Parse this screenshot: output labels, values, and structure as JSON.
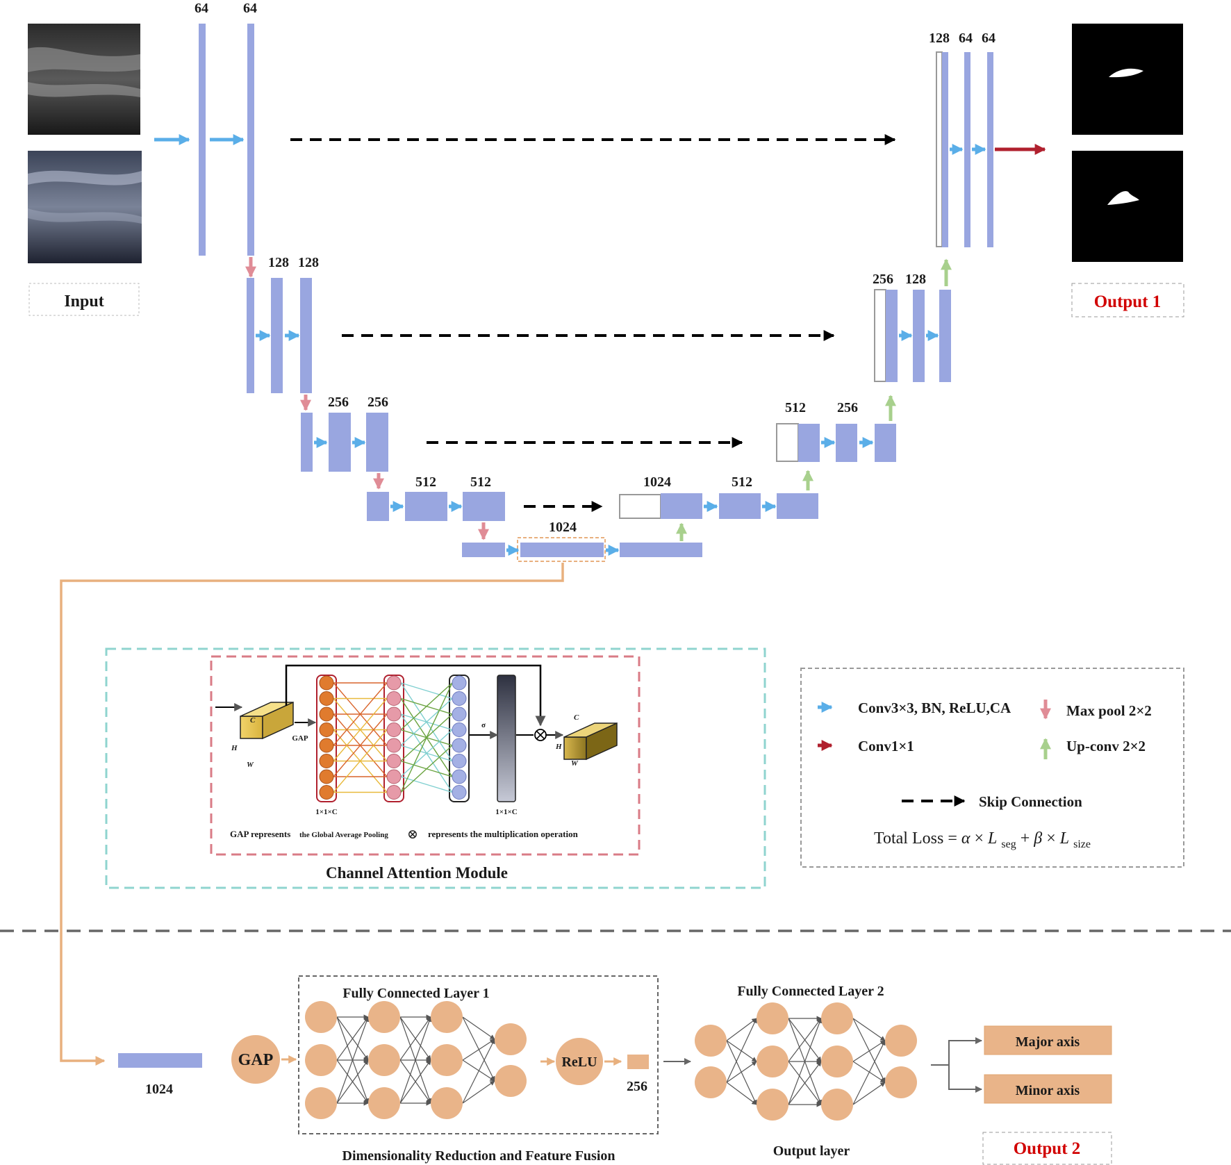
{
  "colors": {
    "block": "#99a6e0",
    "conv_arrow": "#5aaee8",
    "maxpool_arrow": "#e08c96",
    "upconv_arrow": "#a8d08d",
    "conv1x1_arrow": "#b0202e",
    "orange": "#e8b07e",
    "node_orange": "#e9b489",
    "teal_border": "#8fd4cf",
    "pink_border": "#d97b86",
    "red_text": "#d10000"
  },
  "input": {
    "label": "Input"
  },
  "unet": {
    "enc1": [
      "64",
      "64"
    ],
    "enc2": [
      "128",
      "128"
    ],
    "enc3": [
      "256",
      "256"
    ],
    "enc4": [
      "512",
      "512"
    ],
    "bottleneck": "1024",
    "dec4": [
      "1024",
      "512"
    ],
    "dec3": [
      "512",
      "256"
    ],
    "dec2": [
      "256",
      "128"
    ],
    "dec1": [
      "128",
      "64",
      "64"
    ]
  },
  "output1": {
    "label": "Output 1"
  },
  "attention": {
    "title": "Channel Attention Module",
    "gap": "GAP",
    "sigma": "σ",
    "c": "C",
    "h": "H",
    "w": "W",
    "dims_left": "1×1×C",
    "dims_right": "1×1×C",
    "caption_gap": "GAP represents",
    "caption_gap_desc": "the Global Average Pooling",
    "caption_mult_symbol": "⊗",
    "caption_mult": "represents the multiplication operation"
  },
  "legend": {
    "conv": "Conv3×3, BN, ReLU,CA",
    "maxpool": "Max pool 2×2",
    "conv1x1": "Conv1×1",
    "upconv": "Up-conv  2×2",
    "skip": "Skip Connection",
    "loss": {
      "prefix": "Total Loss = ",
      "alpha": "α",
      "times1": " × ",
      "lseg": "L",
      "lseg_sub": "seg",
      "plus": " + ",
      "beta": "β",
      "times2": " × ",
      "lsize": "L",
      "lsize_sub": "size"
    }
  },
  "regression": {
    "feature_label": "1024",
    "gap": "GAP",
    "fc1_title": "Fully Connected Layer 1",
    "relu": "ReLU",
    "vec_label": "256",
    "fc2_title": "Fully Connected Layer 2",
    "output_layer": "Output layer",
    "section_title": "Dimensionality Reduction and Feature Fusion",
    "major": "Major axis",
    "minor": "Minor axis",
    "output2": "Output 2"
  }
}
